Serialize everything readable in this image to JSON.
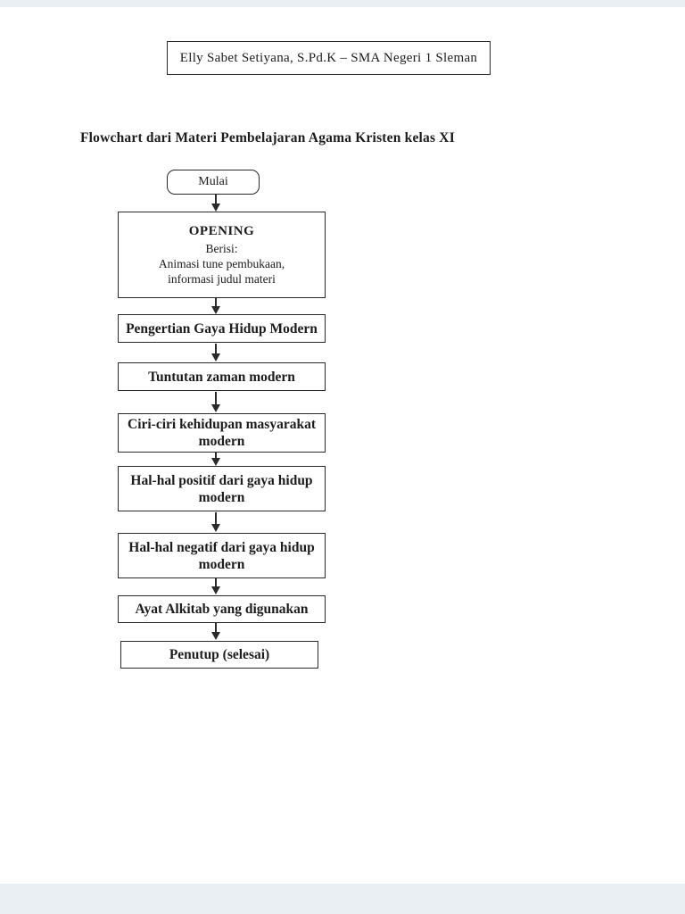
{
  "header": {
    "text": "Elly Sabet Setiyana, S.Pd.K – SMA Negeri 1 Sleman"
  },
  "title": "Flowchart dari Materi Pembelajaran Agama Kristen kelas XI",
  "flowchart": {
    "start_label": "Mulai",
    "opening": {
      "title": "OPENING",
      "line1": "Berisi:",
      "line2": "Animasi tune pembukaan,",
      "line3": "informasi judul materi"
    },
    "steps": [
      "Pengertian Gaya Hidup Modern",
      "Tuntutan zaman modern",
      "Ciri-ciri kehidupan masyarakat modern",
      "Hal-hal positif dari gaya hidup modern",
      "Hal-hal negatif dari gaya hidup modern",
      "Ayat Alkitab yang digunakan",
      "Penutup (selesai)"
    ]
  },
  "colors": {
    "page_background": "#ffffff",
    "viewer_band": "#e9eff3",
    "border": "#2a2a2a",
    "text": "#1c1c1c"
  }
}
